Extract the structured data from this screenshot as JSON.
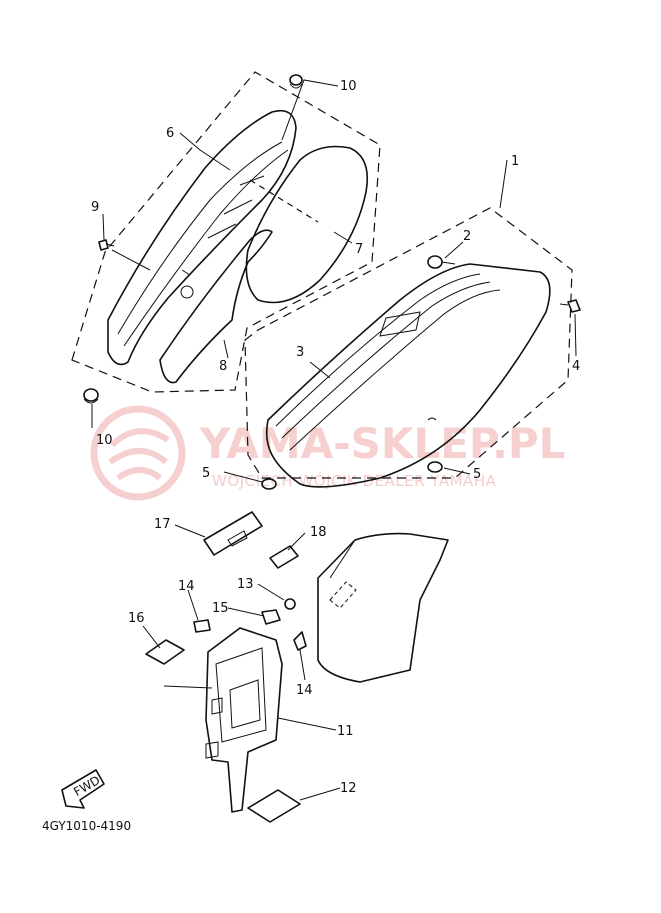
{
  "diagram": {
    "part_code": "4GY1010-4190",
    "fwd_label": "FWD",
    "watermark": {
      "brand": "YAMA-SKLEP.PL",
      "tagline": "WOJCIECH WÓJCIK DEALER YAMAHA"
    },
    "callouts": [
      "1",
      "2",
      "3",
      "4",
      "5",
      "5",
      "6",
      "7",
      "8",
      "9",
      "10",
      "10",
      "11",
      "12",
      "13",
      "14",
      "14",
      "15",
      "16",
      "17",
      "18"
    ]
  },
  "colors": {
    "line": "#111111",
    "watermark": "#f4c4c4",
    "background": "#ffffff"
  }
}
